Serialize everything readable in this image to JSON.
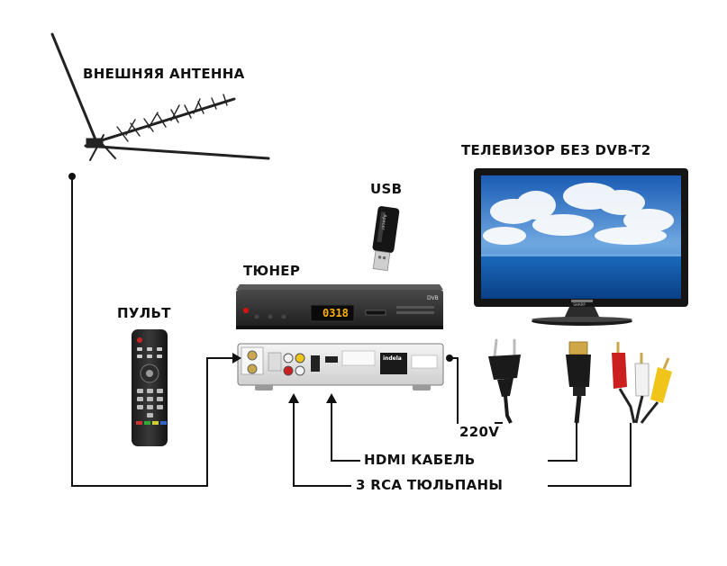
{
  "labels": {
    "antenna": "ВНЕШНЯЯ АНТЕННА",
    "tv": "ТЕЛЕВИЗОР БЕЗ DVB-T2",
    "usb": "USB",
    "tuner": "ТЮНЕР",
    "remote": "ПУЛЬТ",
    "power": "220V",
    "hdmi": "HDMI КАБЕЛЬ",
    "rca": "3 RCA ТЮЛЬПАНЫ"
  },
  "devices": {
    "tuner_display": "0318",
    "tuner_brand": "DVB",
    "usb_stick_brand": "Apacer",
    "tuner_rear_brand": "indela",
    "tv_brand": "SHARP"
  },
  "colors": {
    "line": "#111111",
    "tuner_body": "#2a2a2a",
    "tuner_back": "#e6e6e6",
    "display_digits": "#ffb000",
    "sky_top": "#1e62b8",
    "sea": "#0f5aa8",
    "rca_red": "#cc1f1f",
    "rca_white": "#f2f2f2",
    "rca_yellow": "#f0c419"
  },
  "icons": [
    "antenna-icon",
    "tv-icon",
    "usb-stick-icon",
    "tuner-icon",
    "remote-icon",
    "power-plug-icon",
    "hdmi-plug-icon",
    "rca-plugs-icon",
    "arrow-icon"
  ]
}
